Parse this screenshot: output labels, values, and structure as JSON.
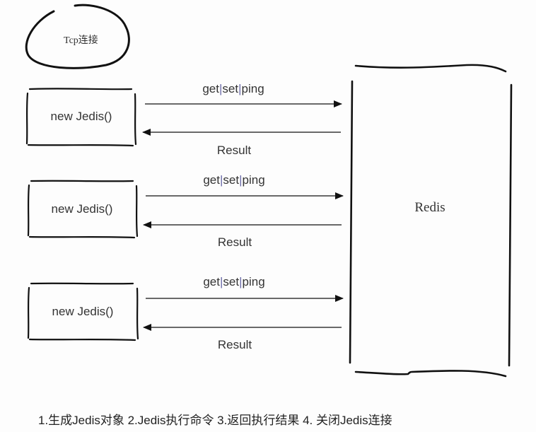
{
  "tcp_bubble": {
    "label": "Tcp连接"
  },
  "clients": [
    {
      "label": "new Jedis()",
      "request": [
        "get",
        "set",
        "ping"
      ],
      "response": "Result"
    },
    {
      "label": "new Jedis()",
      "request": [
        "get",
        "set",
        "ping"
      ],
      "response": "Result"
    },
    {
      "label": "new Jedis()",
      "request": [
        "get",
        "set",
        "ping"
      ],
      "response": "Result"
    }
  ],
  "request_separator": "|",
  "server": {
    "label": "Redis"
  },
  "caption": "1.生成Jedis对象 2.Jedis执行命令 3.返回执行结果 4. 关闭Jedis连接"
}
